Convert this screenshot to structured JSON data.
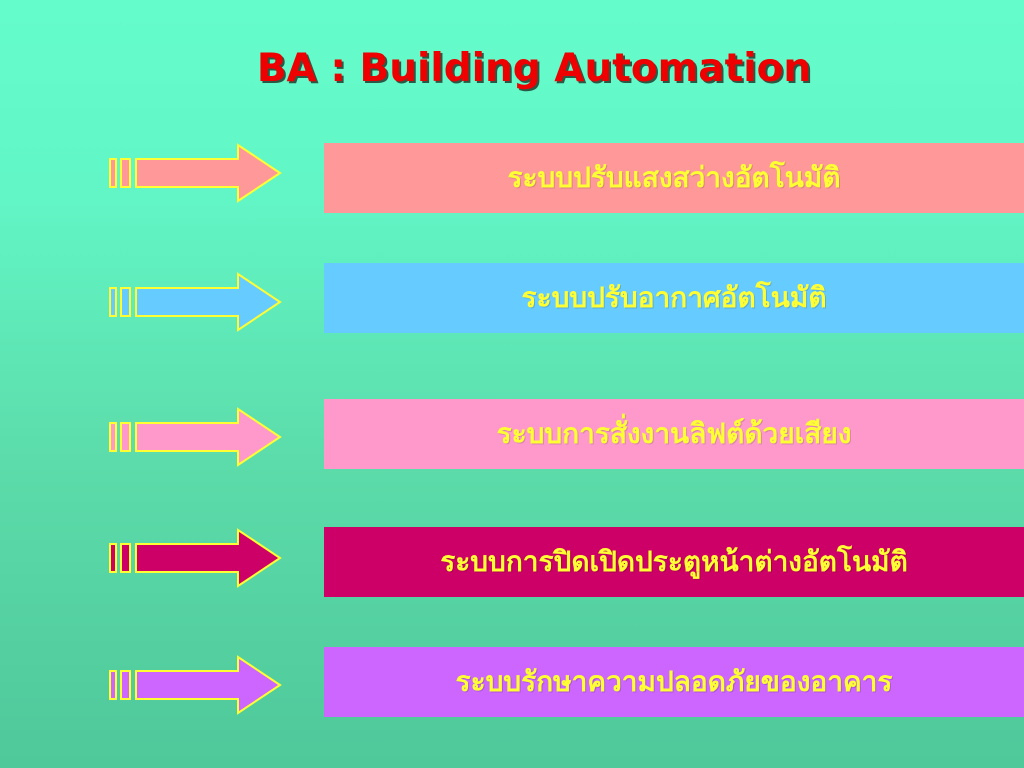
{
  "title": "BA : Building Automation",
  "items": [
    {
      "label": "ระบบปรับแสงสว่างอัตโนมัติ",
      "color": "#ff9999"
    },
    {
      "label": "ระบบปรับอากาศอัตโนมัติ",
      "color": "#66ccff"
    },
    {
      "label": "ระบบการสั่งงานลิฟต์ด้วยเสียง",
      "color": "#ff99cc"
    },
    {
      "label": "ระบบการปิดเปิดประตูหน้าต่างอัตโนมัติ",
      "color": "#cc0066"
    },
    {
      "label": "ระบบรักษาความปลอดภัยของอาคาร",
      "color": "#cc66ff"
    }
  ],
  "colors": {
    "title": "#ee0000",
    "label_text": "#ffff33",
    "arrow_outline": "#ffff33"
  },
  "icons": {
    "arrow": "striped-right-arrow-icon"
  }
}
